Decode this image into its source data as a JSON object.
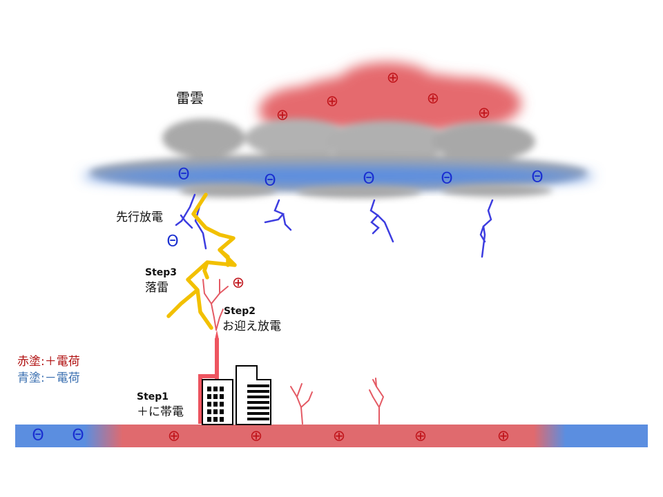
{
  "title": "雷雲",
  "labels": {
    "leader": "先行放電",
    "step3_heading": "Step3",
    "step3_text": "落雷",
    "step2_heading": "Step2",
    "step2_text": "お迎え放電",
    "step1_heading": "Step1",
    "step1_text": "＋に帯電"
  },
  "legend": {
    "positive": "赤塗:＋電荷",
    "negative": "青塗:－電荷"
  },
  "symbols": {
    "positive": "⊕",
    "negative": "Θ"
  },
  "colors": {
    "positive": "#c0151b",
    "positive_fill": "#e06a6e",
    "negative": "#1a2fd0",
    "negative_fill": "#5b8ee0",
    "lightning": "#f2c000",
    "cloud_grey": "#a8a8a8",
    "legend_positive": "#b01010",
    "legend_negative": "#3a6fb0"
  }
}
